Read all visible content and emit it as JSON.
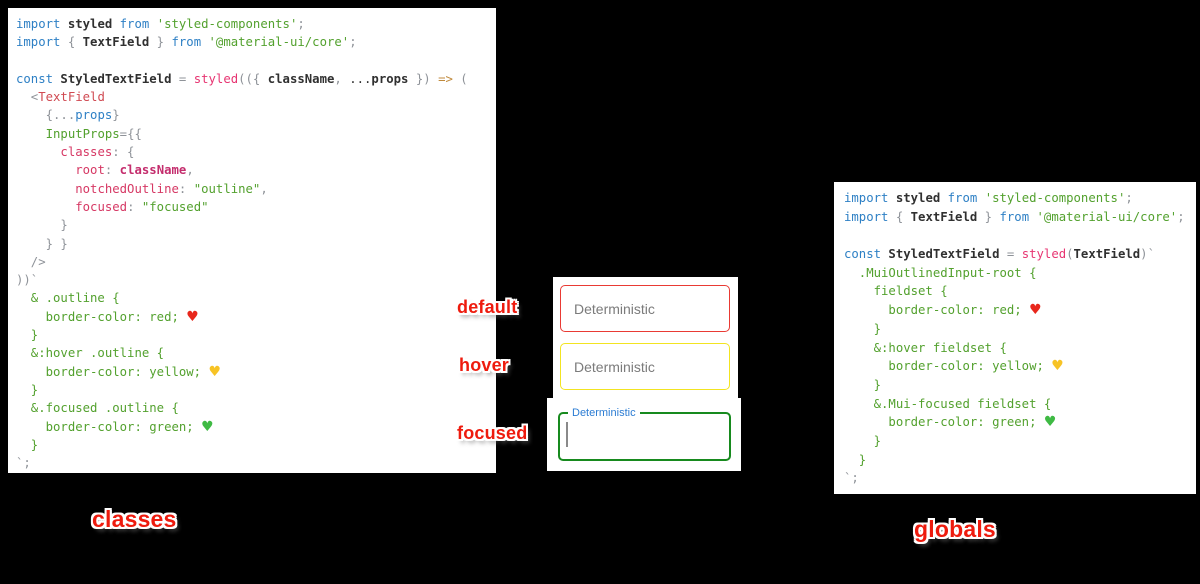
{
  "labels": {
    "default": "default",
    "hover": "hover",
    "focused": "focused",
    "classes": "classes",
    "globals": "globals"
  },
  "colors": {
    "background": "#000000",
    "panel": "#ffffff",
    "label_red": "#ee1b0e",
    "border_default": "#e93a34",
    "border_hover": "#f2e421",
    "border_focused": "#178a1e",
    "focused_label_blue": "#2b7cd3",
    "code_keyword_blue": "#2e80c5",
    "code_string_green": "#53a12e",
    "code_pink": "#e73572"
  },
  "textfields": {
    "default": {
      "state": "default",
      "placeholder": "Deterministic"
    },
    "hover": {
      "state": "hover",
      "placeholder": "Deterministic"
    },
    "focused": {
      "state": "focused",
      "label": "Deterministic",
      "value": ""
    }
  },
  "left_code": {
    "name": "classes approach snippet",
    "lines": [
      [
        {
          "c": "k",
          "t": "import "
        },
        {
          "c": "b",
          "t": "styled "
        },
        {
          "c": "k",
          "t": "from "
        },
        {
          "c": "s",
          "t": "'styled-components'"
        },
        {
          "c": "u",
          "t": ";"
        }
      ],
      [
        {
          "c": "k",
          "t": "import "
        },
        {
          "c": "u",
          "t": "{ "
        },
        {
          "c": "b",
          "t": "TextField"
        },
        {
          "c": "u",
          "t": " } "
        },
        {
          "c": "k",
          "t": "from "
        },
        {
          "c": "s",
          "t": "'@material-ui/core'"
        },
        {
          "c": "u",
          "t": ";"
        }
      ],
      [],
      [
        {
          "c": "k",
          "t": "const "
        },
        {
          "c": "b",
          "t": "StyledTextField"
        },
        {
          "c": "u",
          "t": " = "
        },
        {
          "c": "f",
          "t": "styled"
        },
        {
          "c": "u",
          "t": "(({ "
        },
        {
          "c": "b",
          "t": "className"
        },
        {
          "c": "u",
          "t": ", "
        },
        {
          "c": "p",
          "t": "..."
        },
        {
          "c": "b",
          "t": "props"
        },
        {
          "c": "u",
          "t": " }) "
        },
        {
          "c": "a",
          "t": "=>"
        },
        {
          "c": "u",
          "t": " ("
        }
      ],
      [
        {
          "c": "u",
          "t": "  <"
        },
        {
          "c": "t",
          "t": "TextField"
        }
      ],
      [
        {
          "c": "u",
          "t": "    {..."
        },
        {
          "c": "k",
          "t": "props"
        },
        {
          "c": "u",
          "t": "}"
        }
      ],
      [
        {
          "c": "u",
          "t": "    "
        },
        {
          "c": "g",
          "t": "InputProps"
        },
        {
          "c": "u",
          "t": "={{"
        }
      ],
      [
        {
          "c": "u",
          "t": "      "
        },
        {
          "c": "o",
          "t": "classes"
        },
        {
          "c": "u",
          "t": ": {"
        }
      ],
      [
        {
          "c": "u",
          "t": "        "
        },
        {
          "c": "o",
          "t": "root"
        },
        {
          "c": "u",
          "t": ": "
        },
        {
          "c": "m",
          "t": "className"
        },
        {
          "c": "u",
          "t": ","
        }
      ],
      [
        {
          "c": "u",
          "t": "        "
        },
        {
          "c": "o",
          "t": "notchedOutline"
        },
        {
          "c": "u",
          "t": ": "
        },
        {
          "c": "s",
          "t": "\"outline\""
        },
        {
          "c": "u",
          "t": ","
        }
      ],
      [
        {
          "c": "u",
          "t": "        "
        },
        {
          "c": "o",
          "t": "focused"
        },
        {
          "c": "u",
          "t": ": "
        },
        {
          "c": "s",
          "t": "\"focused\""
        }
      ],
      [
        {
          "c": "u",
          "t": "      }"
        }
      ],
      [
        {
          "c": "u",
          "t": "    } }"
        }
      ],
      [
        {
          "c": "u",
          "t": "  />"
        }
      ],
      [
        {
          "c": "u",
          "t": "))`"
        }
      ],
      [
        {
          "c": "g",
          "t": "  & .outline {"
        }
      ],
      [
        {
          "c": "g",
          "t": "    border-color: red; "
        },
        {
          "c": "hr",
          "t": "♥"
        }
      ],
      [
        {
          "c": "g",
          "t": "  }"
        }
      ],
      [
        {
          "c": "g",
          "t": "  &:hover .outline {"
        }
      ],
      [
        {
          "c": "g",
          "t": "    border-color: yellow; "
        },
        {
          "c": "hy",
          "t": "♥"
        }
      ],
      [
        {
          "c": "g",
          "t": "  }"
        }
      ],
      [
        {
          "c": "g",
          "t": "  &.focused .outline {"
        }
      ],
      [
        {
          "c": "g",
          "t": "    border-color: green; "
        },
        {
          "c": "hg",
          "t": "♥"
        }
      ],
      [
        {
          "c": "g",
          "t": "  }"
        }
      ],
      [
        {
          "c": "u",
          "t": "`;"
        }
      ]
    ]
  },
  "right_code": {
    "name": "globals approach snippet",
    "lines": [
      [
        {
          "c": "k",
          "t": "import "
        },
        {
          "c": "b",
          "t": "styled "
        },
        {
          "c": "k",
          "t": "from "
        },
        {
          "c": "s",
          "t": "'styled-components'"
        },
        {
          "c": "u",
          "t": ";"
        }
      ],
      [
        {
          "c": "k",
          "t": "import "
        },
        {
          "c": "u",
          "t": "{ "
        },
        {
          "c": "b",
          "t": "TextField"
        },
        {
          "c": "u",
          "t": " } "
        },
        {
          "c": "k",
          "t": "from "
        },
        {
          "c": "s",
          "t": "'@material-ui/core'"
        },
        {
          "c": "u",
          "t": ";"
        }
      ],
      [],
      [
        {
          "c": "k",
          "t": "const "
        },
        {
          "c": "b",
          "t": "StyledTextField"
        },
        {
          "c": "u",
          "t": " = "
        },
        {
          "c": "f",
          "t": "styled"
        },
        {
          "c": "u",
          "t": "("
        },
        {
          "c": "b",
          "t": "TextField"
        },
        {
          "c": "u",
          "t": ")`"
        }
      ],
      [
        {
          "c": "g",
          "t": "  .MuiOutlinedInput-root {"
        }
      ],
      [
        {
          "c": "g",
          "t": "    fieldset {"
        }
      ],
      [
        {
          "c": "g",
          "t": "      border-color: red; "
        },
        {
          "c": "hr",
          "t": "♥"
        }
      ],
      [
        {
          "c": "g",
          "t": "    }"
        }
      ],
      [
        {
          "c": "g",
          "t": "    &:hover fieldset {"
        }
      ],
      [
        {
          "c": "g",
          "t": "      border-color: yellow; "
        },
        {
          "c": "hy",
          "t": "♥"
        }
      ],
      [
        {
          "c": "g",
          "t": "    }"
        }
      ],
      [
        {
          "c": "g",
          "t": "    &.Mui-focused fieldset {"
        }
      ],
      [
        {
          "c": "g",
          "t": "      border-color: green; "
        },
        {
          "c": "hg",
          "t": "♥"
        }
      ],
      [
        {
          "c": "g",
          "t": "    }"
        }
      ],
      [
        {
          "c": "g",
          "t": "  }"
        }
      ],
      [
        {
          "c": "u",
          "t": "`;"
        }
      ]
    ]
  }
}
